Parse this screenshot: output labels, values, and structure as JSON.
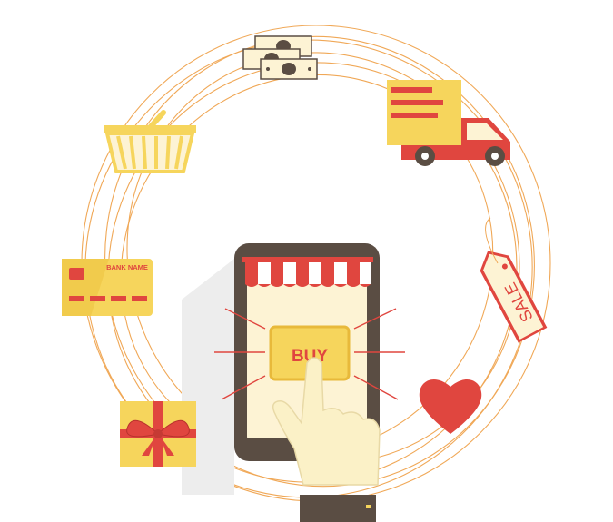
{
  "phone": {
    "button_label": "BUY"
  },
  "credit_card": {
    "bank_name": "BANK NAME"
  },
  "price_tag": {
    "label": "SALE"
  },
  "colors": {
    "accent_yellow": "#F6D55C",
    "accent_red": "#E0463F",
    "phone_body": "#5A4D43",
    "ring_orange": "#F0A857",
    "skin": "#FBF1C7"
  }
}
